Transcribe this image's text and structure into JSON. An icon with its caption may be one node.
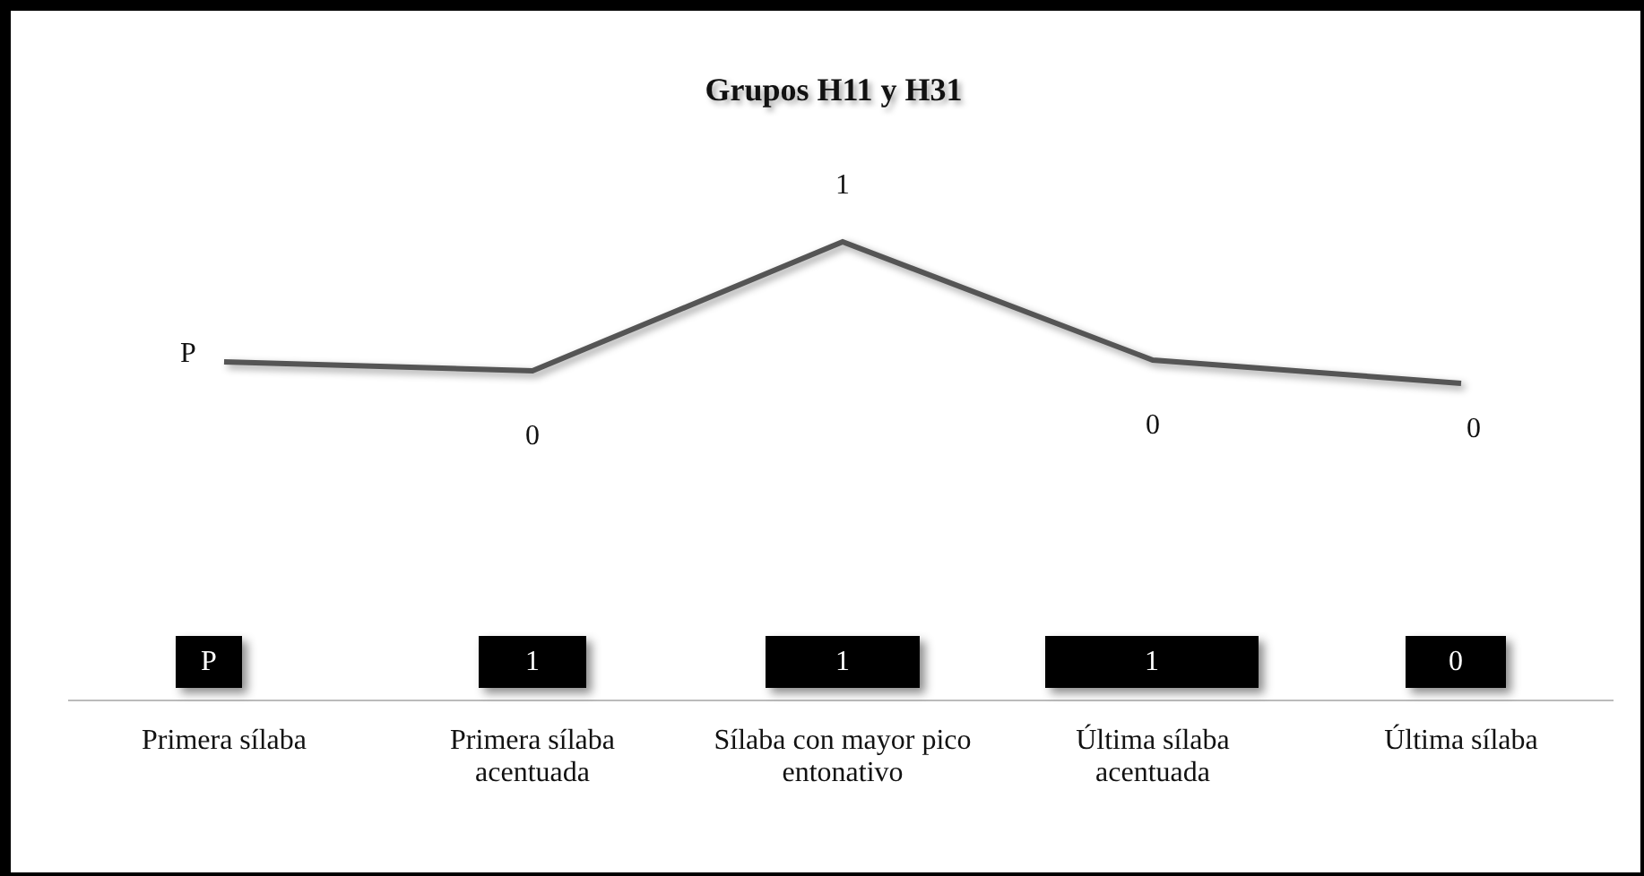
{
  "diagram": {
    "title": "Grupos H11 y H31",
    "nodes": [
      {
        "text": [
          "P"
        ]
      },
      {
        "text": [
          "1"
        ]
      },
      {
        "text": [
          "1"
        ]
      },
      {
        "text": [
          "1"
        ]
      },
      {
        "text": [
          "0"
        ]
      }
    ],
    "labels": [
      "1",
      "P",
      "0",
      "0",
      "0",
      "Primera sílaba",
      "Primera sílaba acentuada",
      "Sílaba con mayor pico entonativo",
      "Última sílaba acentuada",
      "Última sílaba"
    ]
  }
}
